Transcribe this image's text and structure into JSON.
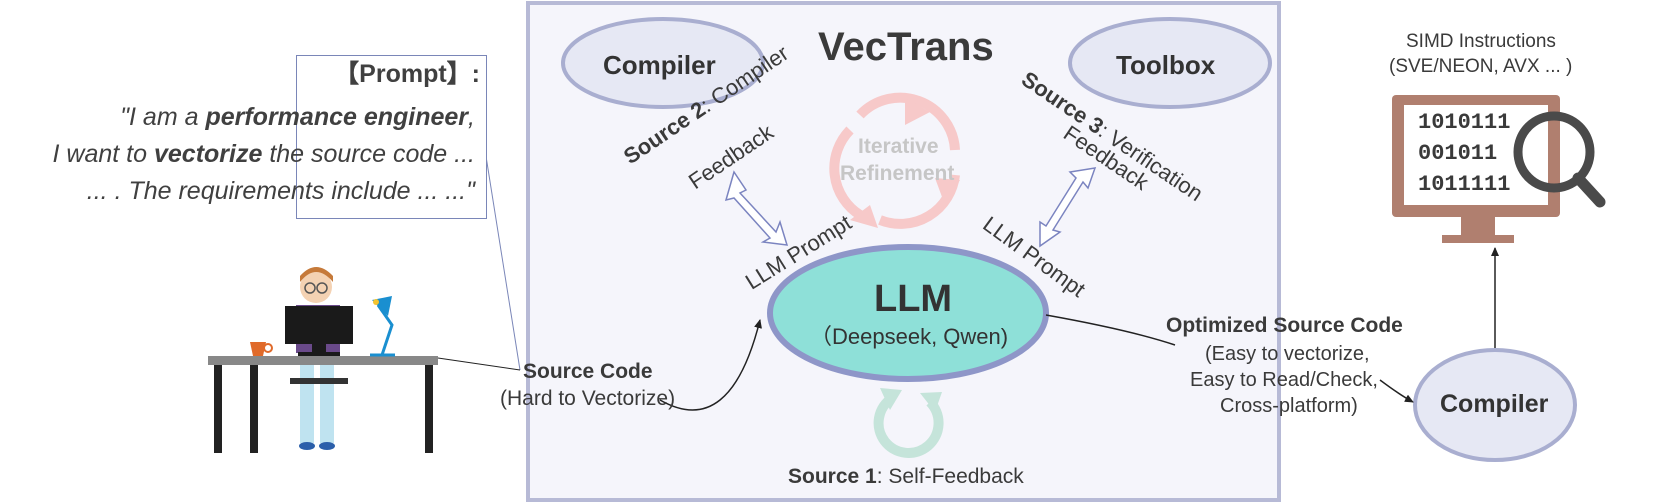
{
  "title": "VecTrans",
  "prompt": {
    "header": "【Prompt】:",
    "line1_a": "\"I am a ",
    "line1_b": "performance engineer",
    "line1_c": ",",
    "line2_a": "I want to ",
    "line2_b": "vectorize",
    "line2_c": " the source code ...",
    "line3": "... . The requirements include ... ...\""
  },
  "nodes": {
    "compiler_top": "Compiler",
    "toolbox": "Toolbox",
    "llm_title": "LLM",
    "llm_sub": "（Deepseek, Qwen)",
    "compiler_right": "Compiler"
  },
  "labels": {
    "iterative_1": "Iterative",
    "iterative_2": "Refinement",
    "source2_bold": "Source 2",
    "source2_rest": ": Compiler",
    "source2_line2": "Feedback",
    "source3_bold": "Source 3",
    "source3_rest": ": Verification",
    "source3_line2": "Feedback",
    "llm_prompt_left": "LLM Prompt",
    "llm_prompt_right": "LLM Prompt",
    "source1_bold": "Source 1",
    "source1_rest": ": Self-Feedback",
    "source_code_bold": "Source Code",
    "source_code_sub": "(Hard to Vectorize)",
    "opt_bold": "Optimized Source Code",
    "opt_line1": "(Easy to vectorize,",
    "opt_line2": "Easy to Read/Check,",
    "opt_line3": "Cross-platform)",
    "simd_line1": "SIMD Instructions",
    "simd_line2": "(SVE/NEON, AVX ... )",
    "bin1": "1010111",
    "bin2": "001011",
    "bin3": "1011111"
  },
  "colors": {
    "frame": "#b7bad6",
    "panel": "#f5f5fb",
    "ellipse_fill": "#e6e8f4",
    "ellipse_stroke": "#a9aed0",
    "llm_fill": "#8ee0d8",
    "llm_stroke": "#8e96c8",
    "monitor": "#b07f6f",
    "refine_arrow": "#f7c9c9",
    "self_arrow": "#c5e4da"
  }
}
